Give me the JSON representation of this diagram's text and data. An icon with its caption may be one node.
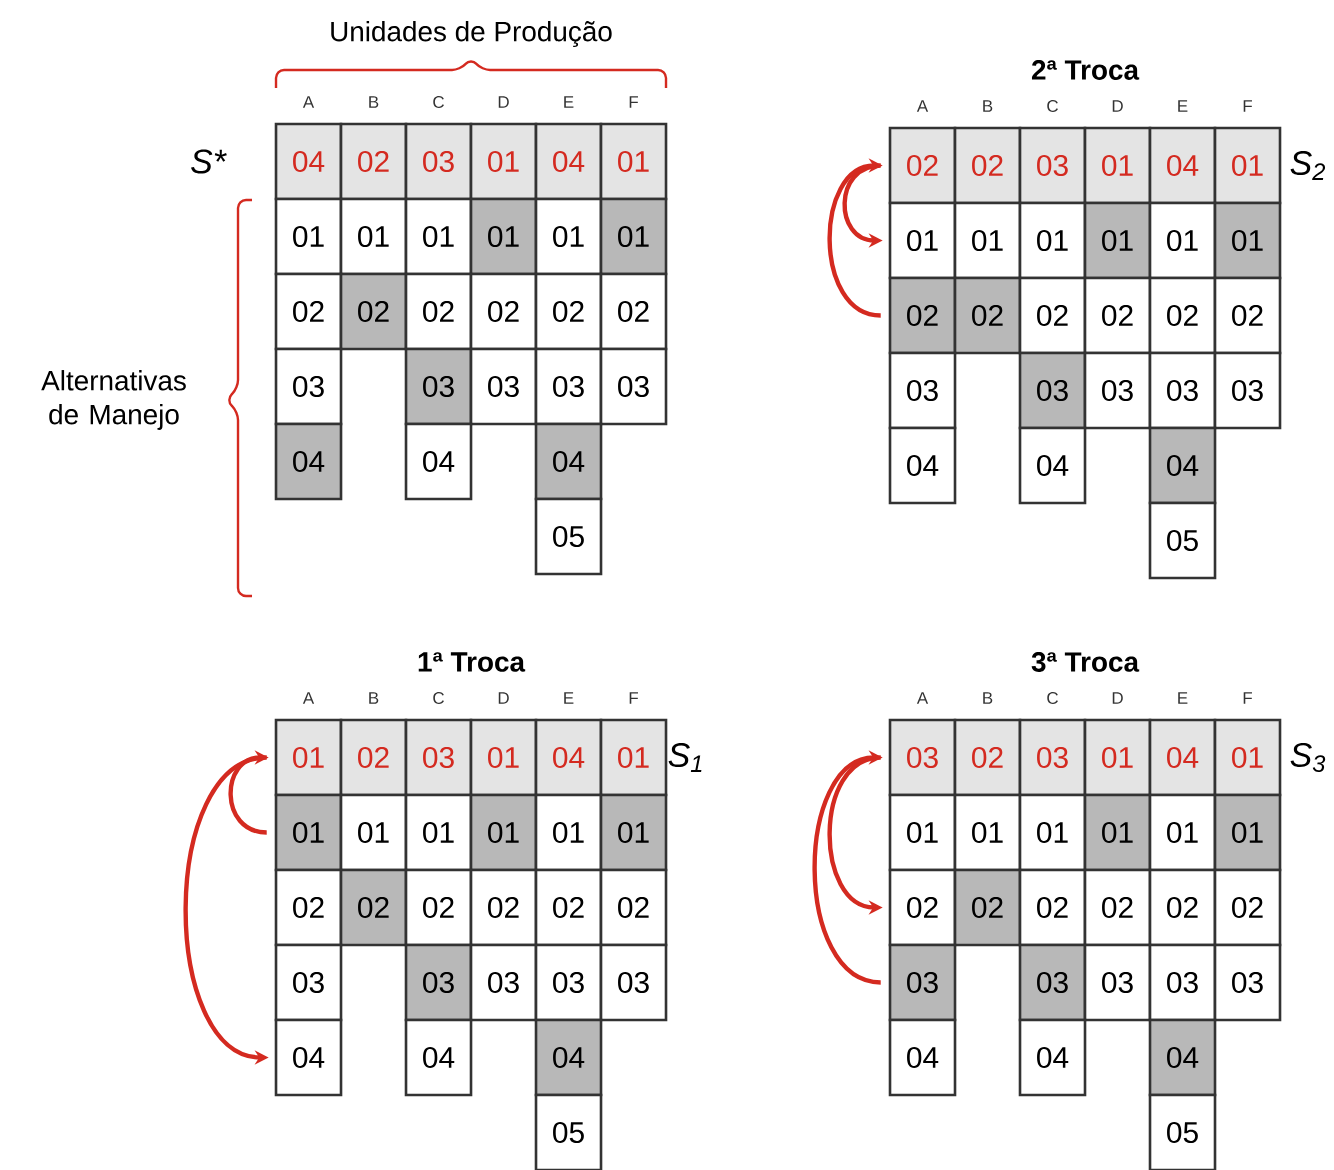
{
  "diagram": {
    "nodes": [
      {
        "text": [
          "04"
        ]
      },
      {
        "text": [
          "02"
        ]
      },
      {
        "text": [
          "03"
        ]
      },
      {
        "text": [
          "01"
        ]
      },
      {
        "text": [
          "04"
        ]
      },
      {
        "text": [
          "01"
        ]
      },
      {
        "text": [
          "01"
        ]
      },
      {
        "text": [
          "01"
        ]
      },
      {
        "text": [
          "01"
        ]
      },
      {
        "text": [
          "01"
        ]
      },
      {
        "text": [
          "01"
        ]
      },
      {
        "text": [
          "01"
        ]
      },
      {
        "text": [
          "02"
        ]
      },
      {
        "text": [
          "02"
        ]
      },
      {
        "text": [
          "02"
        ]
      },
      {
        "text": [
          "02"
        ]
      },
      {
        "text": [
          "02"
        ]
      },
      {
        "text": [
          "02"
        ]
      },
      {
        "text": [
          "03"
        ]
      },
      {
        "text": [
          "03"
        ]
      },
      {
        "text": [
          "03"
        ]
      },
      {
        "text": [
          "03"
        ]
      },
      {
        "text": [
          "03"
        ]
      },
      {
        "text": [
          "04"
        ]
      },
      {
        "text": [
          "04"
        ]
      },
      {
        "text": [
          "04"
        ]
      },
      {
        "text": [
          "05"
        ]
      },
      {
        "text": [
          "02"
        ]
      },
      {
        "text": [
          "02"
        ]
      },
      {
        "text": [
          "03"
        ]
      },
      {
        "text": [
          "01"
        ]
      },
      {
        "text": [
          "04"
        ]
      },
      {
        "text": [
          "01"
        ]
      },
      {
        "text": [
          "01"
        ]
      },
      {
        "text": [
          "01"
        ]
      },
      {
        "text": [
          "01"
        ]
      },
      {
        "text": [
          "01"
        ]
      },
      {
        "text": [
          "01"
        ]
      },
      {
        "text": [
          "01"
        ]
      },
      {
        "text": [
          "02"
        ]
      },
      {
        "text": [
          "02"
        ]
      },
      {
        "text": [
          "02"
        ]
      },
      {
        "text": [
          "02"
        ]
      },
      {
        "text": [
          "02"
        ]
      },
      {
        "text": [
          "02"
        ]
      },
      {
        "text": [
          "03"
        ]
      },
      {
        "text": [
          "03"
        ]
      },
      {
        "text": [
          "03"
        ]
      },
      {
        "text": [
          "03"
        ]
      },
      {
        "text": [
          "03"
        ]
      },
      {
        "text": [
          "04"
        ]
      },
      {
        "text": [
          "04"
        ]
      },
      {
        "text": [
          "04"
        ]
      },
      {
        "text": [
          "05"
        ]
      },
      {
        "text": [
          "01"
        ]
      },
      {
        "text": [
          "02"
        ]
      },
      {
        "text": [
          "03"
        ]
      },
      {
        "text": [
          "01"
        ]
      },
      {
        "text": [
          "04"
        ]
      },
      {
        "text": [
          "01"
        ]
      },
      {
        "text": [
          "01"
        ]
      },
      {
        "text": [
          "01"
        ]
      },
      {
        "text": [
          "01"
        ]
      },
      {
        "text": [
          "01"
        ]
      },
      {
        "text": [
          "01"
        ]
      },
      {
        "text": [
          "01"
        ]
      },
      {
        "text": [
          "02"
        ]
      },
      {
        "text": [
          "02"
        ]
      },
      {
        "text": [
          "02"
        ]
      },
      {
        "text": [
          "02"
        ]
      },
      {
        "text": [
          "02"
        ]
      },
      {
        "text": [
          "02"
        ]
      },
      {
        "text": [
          "03"
        ]
      },
      {
        "text": [
          "03"
        ]
      },
      {
        "text": [
          "03"
        ]
      },
      {
        "text": [
          "03"
        ]
      },
      {
        "text": [
          "03"
        ]
      },
      {
        "text": [
          "04"
        ]
      },
      {
        "text": [
          "04"
        ]
      },
      {
        "text": [
          "04"
        ]
      },
      {
        "text": [
          "05"
        ]
      },
      {
        "text": [
          "03"
        ]
      },
      {
        "text": [
          "02"
        ]
      },
      {
        "text": [
          "03"
        ]
      },
      {
        "text": [
          "01"
        ]
      },
      {
        "text": [
          "04"
        ]
      },
      {
        "text": [
          "01"
        ]
      },
      {
        "text": [
          "01"
        ]
      },
      {
        "text": [
          "01"
        ]
      },
      {
        "text": [
          "01"
        ]
      },
      {
        "text": [
          "01"
        ]
      },
      {
        "text": [
          "01"
        ]
      },
      {
        "text": [
          "01"
        ]
      },
      {
        "text": [
          "02"
        ]
      },
      {
        "text": [
          "02"
        ]
      },
      {
        "text": [
          "02"
        ]
      },
      {
        "text": [
          "02"
        ]
      },
      {
        "text": [
          "02"
        ]
      },
      {
        "text": [
          "02"
        ]
      },
      {
        "text": [
          "03"
        ]
      },
      {
        "text": [
          "03"
        ]
      },
      {
        "text": [
          "03"
        ]
      },
      {
        "text": [
          "03"
        ]
      },
      {
        "text": [
          "03"
        ]
      },
      {
        "text": [
          "04"
        ]
      },
      {
        "text": [
          "04"
        ]
      },
      {
        "text": [
          "04"
        ]
      },
      {
        "text": [
          "05"
        ]
      }
    ],
    "edges": [
      {
        "from": 27,
        "to": 33,
        "arrow": "to"
      },
      {
        "from": 39,
        "to": 27,
        "arrow": "to"
      },
      {
        "from": 60,
        "to": 54,
        "arrow": "to"
      },
      {
        "from": 54,
        "to": 77,
        "arrow": "to"
      },
      {
        "from": 81,
        "to": 93,
        "arrow": "to"
      },
      {
        "from": 99,
        "to": 81,
        "arrow": "to"
      }
    ],
    "labels": [
      "Unidades de Produção",
      "A",
      "B",
      "C",
      "D",
      "E",
      "F",
      "S*",
      "Alternativas de Manejo",
      "2ª Troca",
      "A",
      "B",
      "C",
      "D",
      "E",
      "F",
      "S$_{2}$",
      "1ª Troca",
      "A",
      "B",
      "C",
      "D",
      "E",
      "F",
      "S$_{1}$",
      "3ª Troca",
      "A",
      "B",
      "C",
      "D",
      "E",
      "F",
      "S$_{3}$"
    ]
  }
}
